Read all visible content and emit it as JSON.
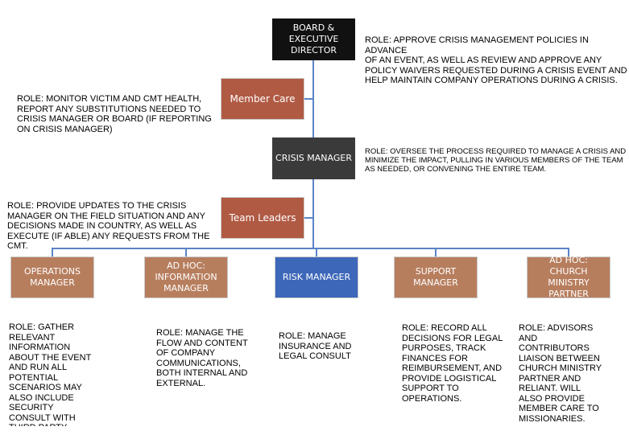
{
  "nodes": {
    "board": "BOARD &\nEXECUTIVE\nDIRECTOR",
    "member_care": "Member Care",
    "crisis_manager": "CRISIS MANAGER",
    "team_leaders": "Team Leaders",
    "operations": "OPERATIONS\nMANAGER",
    "info_manager": "AD HOC:\nINFORMATION\nMANAGER",
    "risk_manager": "RISK MANAGER",
    "support": "SUPPORT\nMANAGER",
    "church_partner": "AD HOC: CHURCH\nMINISTRY\nPARTNER"
  },
  "roles": {
    "board": "ROLE: APPROVE CRISIS MANAGEMENT POLICIES IN ADVANCE\nOF AN EVENT, AS WELL AS REVIEW AND APPROVE ANY\nPOLICY WAIVERS REQUESTED DURING A CRISIS EVENT AND\nHELP MAINTAIN COMPANY OPERATIONS DURING A CRISIS.",
    "member_care": "ROLE: MONITOR VICTIM AND CMT HEALTH,\nREPORT ANY SUBSTITUTIONS NEEDED TO\nCRISIS MANAGER OR BOARD (IF REPORTING\nON CRISIS MANAGER)",
    "crisis_manager": "ROLE: OVERSEE THE PROCESS REQUIRED TO MANAGE A CRISIS AND\nMINIMIZE THE IMPACT, PULLING IN VARIOUS MEMBERS OF THE TEAM\nAS NEEDED, OR CONVENING THE ENTIRE TEAM.",
    "team_leaders": "ROLE: PROVIDE UPDATES TO THE CRISIS\nMANAGER ON THE FIELD SITUATION AND ANY\nDECISIONS MADE IN COUNTRY, AS WELL AS\nEXECUTE (IF ABLE) ANY REQUESTS FROM THE\nCMT.",
    "operations": "ROLE: GATHER\nRELEVANT\nINFORMATION\nABOUT THE EVENT\nAND RUN ALL\nPOTENTIAL\nSCENARIOS MAY\nALSO INCLUDE\nSECURITY\nCONSULT WITH\nTHIRD PARTY",
    "info_manager": "ROLE: MANAGE THE\nFLOW AND CONTENT\nOF COMPANY\nCOMMUNICATIONS,\nBOTH INTERNAL AND\nEXTERNAL.",
    "risk_manager": "ROLE: MANAGE\nINSURANCE AND\nLEGAL CONSULT",
    "support": "ROLE: RECORD ALL\nDECISIONS FOR LEGAL\nPURPOSES, TRACK\nFINANCES FOR\nREIMBURSEMENT, AND\nPROVIDE LOGISTICAL\nSUPPORT TO\nOPERATIONS.",
    "church_partner": "ROLE: ADVISORS\nAND\nCONTRIBUTORS\nLIAISON BETWEEN\nCHURCH MINISTRY\nPARTNER AND\nRELIANT. WILL\nALSO PROVIDE\nMEMBER CARE TO\nMISSIONARIES."
  },
  "colors": {
    "board": "#111111",
    "crisis_manager": "#3a3a3a",
    "member_care": "#b05a44",
    "team_leaders": "#b05a44",
    "managers": "#b77e5e",
    "risk_manager": "#3d67b9",
    "connector": "#5b83c7"
  }
}
